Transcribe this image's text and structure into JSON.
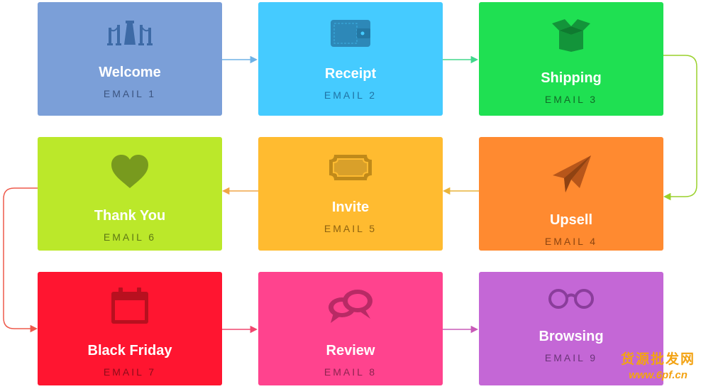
{
  "cards": [
    {
      "title": "Welcome",
      "subtitle": "EMAIL 1",
      "icon": "red-carpet-icon",
      "bg": "#7b9fd8",
      "sub_color": "#3c5580"
    },
    {
      "title": "Receipt",
      "subtitle": "EMAIL 2",
      "icon": "wallet-icon",
      "bg": "#45cbff",
      "sub_color": "#2073a4"
    },
    {
      "title": "Shipping",
      "subtitle": "EMAIL 3",
      "icon": "open-box-icon",
      "bg": "#1fe052",
      "sub_color": "#126b28"
    },
    {
      "title": "Upsell",
      "subtitle": "EMAIL 4",
      "icon": "paper-plane-icon",
      "bg": "#ff8a30",
      "sub_color": "#8d4510"
    },
    {
      "title": "Invite",
      "subtitle": "EMAIL 5",
      "icon": "ticket-icon",
      "bg": "#ffbb30",
      "sub_color": "#8d6210"
    },
    {
      "title": "Thank You",
      "subtitle": "EMAIL 6",
      "icon": "heart-icon",
      "bg": "#bbe82a",
      "sub_color": "#5e7815"
    },
    {
      "title": "Black Friday",
      "subtitle": "EMAIL 7",
      "icon": "calendar-icon",
      "bg": "#ff1530",
      "sub_color": "#8c0c1a"
    },
    {
      "title": "Review",
      "subtitle": "EMAIL 8",
      "icon": "speech-bubbles-icon",
      "bg": "#ff438e",
      "sub_color": "#8d2450"
    },
    {
      "title": "Browsing",
      "subtitle": "EMAIL 9",
      "icon": "glasses-icon",
      "bg": "#c467d6",
      "sub_color": "#6a3478"
    }
  ],
  "watermark": {
    "line1": "货源批发网",
    "line2": "www.6pf.cn"
  }
}
